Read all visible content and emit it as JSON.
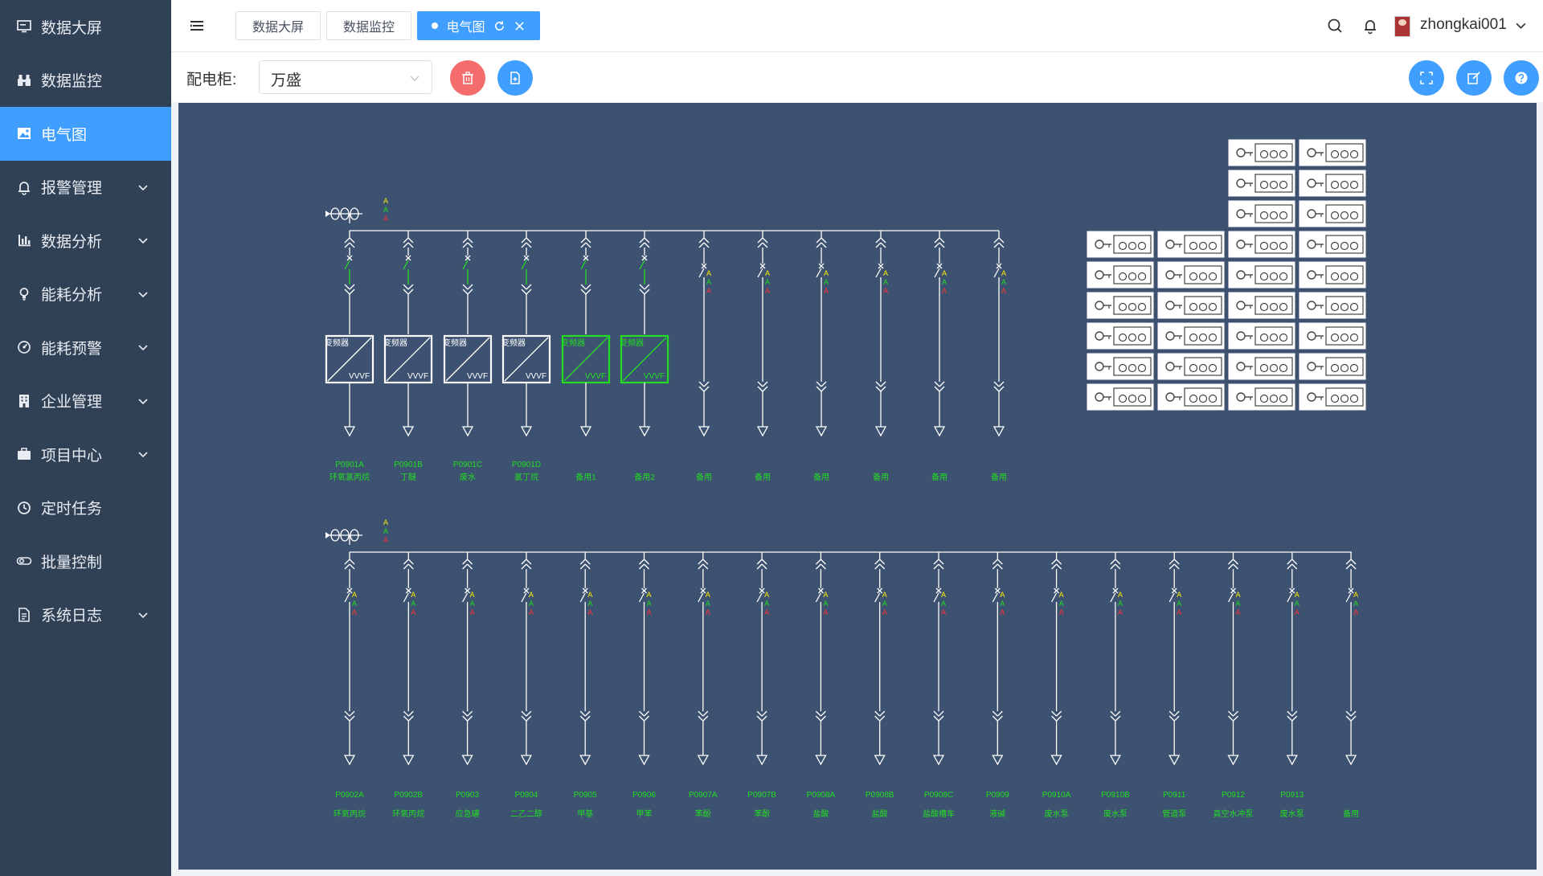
{
  "sidebar": {
    "items": [
      {
        "label": "数据大屏",
        "icon": "monitor-icon",
        "expandable": false,
        "active": false
      },
      {
        "label": "数据监控",
        "icon": "binoculars-icon",
        "expandable": false,
        "active": false
      },
      {
        "label": "电气图",
        "icon": "image-icon",
        "expandable": false,
        "active": true
      },
      {
        "label": "报警管理",
        "icon": "bell-icon",
        "expandable": true,
        "active": false
      },
      {
        "label": "数据分析",
        "icon": "bar-chart-icon",
        "expandable": true,
        "active": false
      },
      {
        "label": "能耗分析",
        "icon": "lightbulb-icon",
        "expandable": true,
        "active": false
      },
      {
        "label": "能耗预警",
        "icon": "gauge-icon",
        "expandable": true,
        "active": false
      },
      {
        "label": "企业管理",
        "icon": "building-icon",
        "expandable": true,
        "active": false
      },
      {
        "label": "项目中心",
        "icon": "briefcase-icon",
        "expandable": true,
        "active": false
      },
      {
        "label": "定时任务",
        "icon": "clock-icon",
        "expandable": false,
        "active": false
      },
      {
        "label": "批量控制",
        "icon": "toggle-icon",
        "expandable": false,
        "active": false
      },
      {
        "label": "系统日志",
        "icon": "document-icon",
        "expandable": true,
        "active": false
      }
    ]
  },
  "tabs": [
    {
      "label": "数据大屏",
      "active": false
    },
    {
      "label": "数据监控",
      "active": false
    },
    {
      "label": "电气图",
      "active": true
    }
  ],
  "header": {
    "username": "zhongkai001"
  },
  "toolbar": {
    "cabinet_label": "配电柜:",
    "cabinet_value": "万盛"
  },
  "colors": {
    "sidebar_bg": "#304156",
    "accent": "#409eff",
    "danger": "#f56c6c",
    "diagram_bg": "#3d5170",
    "label_green": "#22dd22"
  },
  "diagram": {
    "box_label": "变频器",
    "box_sub": "VVVF",
    "meter_letter": "A",
    "row1": [
      {
        "code": "P0901A",
        "name": "环氧氯丙烷",
        "type": "vfd",
        "state": "off"
      },
      {
        "code": "P0901B",
        "name": "丁醚",
        "type": "vfd",
        "state": "off"
      },
      {
        "code": "P0901C",
        "name": "废水",
        "type": "vfd",
        "state": "off"
      },
      {
        "code": "P0901D",
        "name": "氯丁烷",
        "type": "vfd",
        "state": "off"
      },
      {
        "code": "",
        "name": "备用1",
        "type": "vfd",
        "state": "on"
      },
      {
        "code": "",
        "name": "备用2",
        "type": "vfd",
        "state": "on"
      },
      {
        "code": "",
        "name": "备用",
        "type": "sw"
      },
      {
        "code": "",
        "name": "备用",
        "type": "sw"
      },
      {
        "code": "",
        "name": "备用",
        "type": "sw"
      },
      {
        "code": "",
        "name": "备用",
        "type": "sw"
      },
      {
        "code": "",
        "name": "备用",
        "type": "sw"
      },
      {
        "code": "",
        "name": "备用",
        "type": "sw"
      }
    ],
    "row2": [
      {
        "code": "P0902A",
        "name": "环氧丙烷"
      },
      {
        "code": "P0902B",
        "name": "环氧丙烷"
      },
      {
        "code": "P0903",
        "name": "应急罐"
      },
      {
        "code": "P0904",
        "name": "二乙二醇"
      },
      {
        "code": "P0905",
        "name": "甲基"
      },
      {
        "code": "P0906",
        "name": "甲苯"
      },
      {
        "code": "P0907A",
        "name": "苯酚"
      },
      {
        "code": "P0907B",
        "name": "苯酚"
      },
      {
        "code": "P0908A",
        "name": "盐酸"
      },
      {
        "code": "P0908B",
        "name": "盐酸"
      },
      {
        "code": "P0908C",
        "name": "盐酸槽车"
      },
      {
        "code": "P0909",
        "name": "液碱"
      },
      {
        "code": "P0910A",
        "name": "废水泵"
      },
      {
        "code": "P0910B",
        "name": "废水泵"
      },
      {
        "code": "P0911",
        "name": "管道泵"
      },
      {
        "code": "P0912",
        "name": "真空水冲泵"
      },
      {
        "code": "P0913",
        "name": "废水泵"
      },
      {
        "code": "",
        "name": "备用"
      }
    ]
  }
}
